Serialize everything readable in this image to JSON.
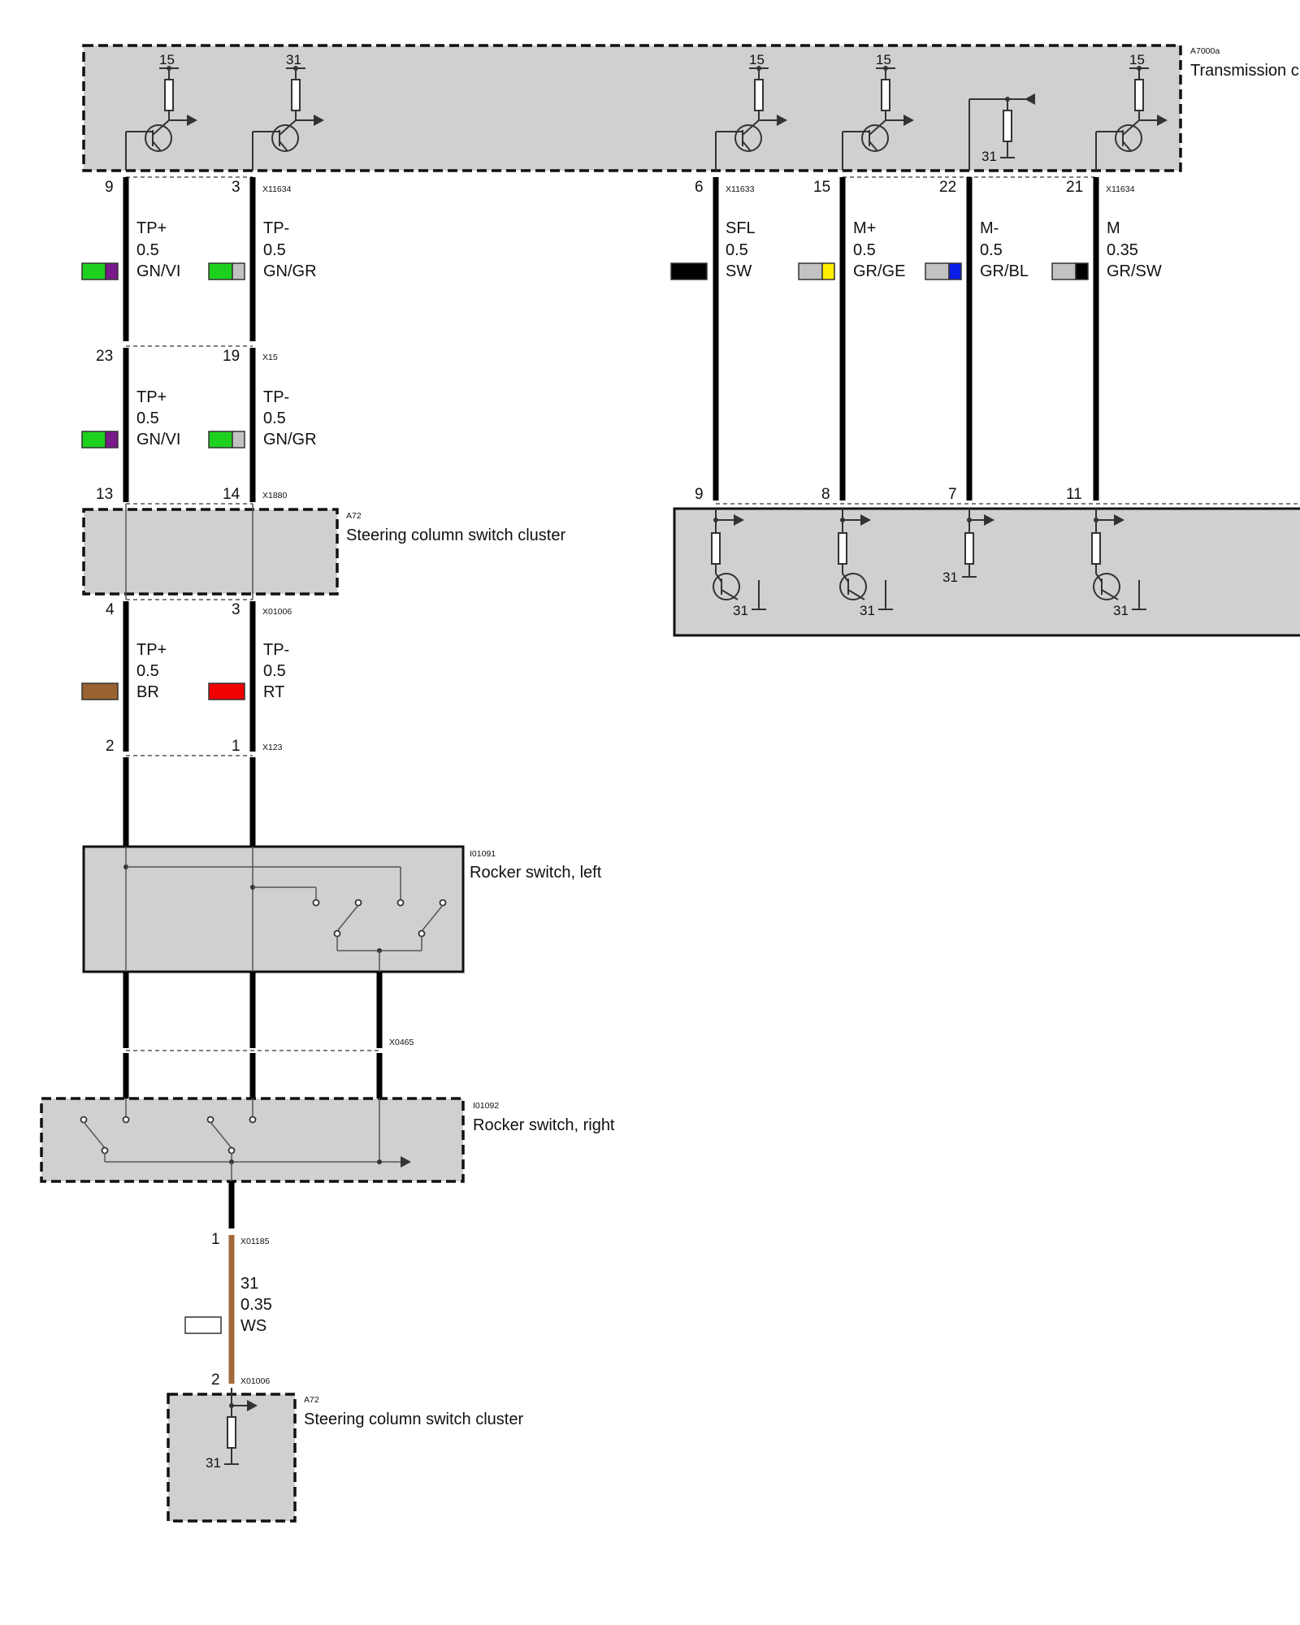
{
  "components": {
    "tcu": {
      "id": "A7000a",
      "name": "Transmission c"
    },
    "sccs_top": {
      "id": "A72",
      "name": "Steering column switch cluster"
    },
    "rocker_left": {
      "id": "I01091",
      "name": "Rocker switch, left"
    },
    "rocker_right": {
      "id": "I01092",
      "name": "Rocker switch, right"
    },
    "sccs_bottom": {
      "id": "A72",
      "name": "Steering column switch cluster"
    }
  },
  "connectors": {
    "x11634_a": "X11634",
    "x11633": "X11633",
    "x11634_b": "X11634",
    "x15": "X15",
    "x1880": "X1880",
    "x01006_a": "X01006",
    "x123": "X123",
    "x0465": "X0465",
    "x01185": "X01185",
    "x01006_b": "X01006"
  },
  "pins": {
    "tcu_tp_plus": "9",
    "tcu_tp_minus": "3",
    "tcu_sfl": "6",
    "tcu_m_plus": "15",
    "tcu_m_minus": "22",
    "tcu_m": "21",
    "x15_tp_plus": "23",
    "x15_tp_minus": "19",
    "x1880_tp_plus": "13",
    "x1880_tp_minus": "14",
    "sccs_tp_plus": "4",
    "sccs_tp_minus": "3",
    "x123_tp_plus": "2",
    "x123_tp_minus": "1",
    "right_sfl": "9",
    "right_m_plus": "8",
    "right_m_minus": "7",
    "right_m": "11",
    "x01185_pin": "1",
    "x01006_pin": "2"
  },
  "wires": {
    "w1": {
      "signal": "TP+",
      "size": "0.5",
      "color": "GN/VI",
      "swatch": [
        "#1fd11f",
        "#7a1a8a"
      ]
    },
    "w2": {
      "signal": "TP-",
      "size": "0.5",
      "color": "GN/GR",
      "swatch": [
        "#1fd11f",
        "#c2c2c2"
      ]
    },
    "w3": {
      "signal": "TP+",
      "size": "0.5",
      "color": "GN/VI",
      "swatch": [
        "#1fd11f",
        "#7a1a8a"
      ]
    },
    "w4": {
      "signal": "TP-",
      "size": "0.5",
      "color": "GN/GR",
      "swatch": [
        "#1fd11f",
        "#c2c2c2"
      ]
    },
    "w5": {
      "signal": "TP+",
      "size": "0.5",
      "color": "BR",
      "swatch": [
        "#9a6233"
      ]
    },
    "w6": {
      "signal": "TP-",
      "size": "0.5",
      "color": "RT",
      "swatch": [
        "#f00000"
      ]
    },
    "w7": {
      "signal": "SFL",
      "size": "0.5",
      "color": "SW",
      "swatch": [
        "#000000"
      ]
    },
    "w8": {
      "signal": "M+",
      "size": "0.5",
      "color": "GR/GE",
      "swatch": [
        "#c2c2c2",
        "#ffee00"
      ]
    },
    "w9": {
      "signal": "M-",
      "size": "0.5",
      "color": "GR/BL",
      "swatch": [
        "#c2c2c2",
        "#0a1ee6"
      ]
    },
    "w10": {
      "signal": "M",
      "size": "0.35",
      "color": "GR/SW",
      "swatch": [
        "#c2c2c2",
        "#000000"
      ]
    },
    "w11": {
      "signal": "31",
      "size": "0.35",
      "color": "WS",
      "swatch": [
        "#ffffff"
      ],
      "line_color": "#a0693a"
    }
  },
  "supply_labels": {
    "t1": "15",
    "t2": "31",
    "t3": "15",
    "t4": "15",
    "t5": "15",
    "g_tcu": "31",
    "g_r1": "31",
    "g_r2": "31",
    "g_r3": "31",
    "g_r4": "31",
    "g_bottom": "31"
  }
}
